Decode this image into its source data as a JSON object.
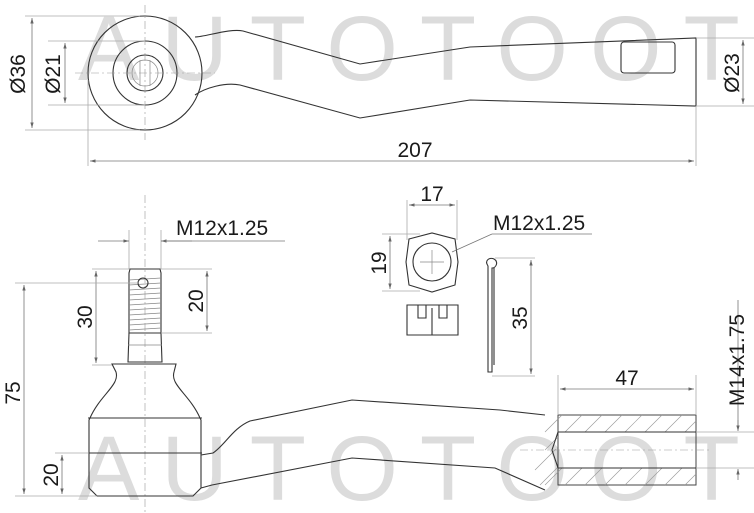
{
  "watermark": {
    "top": "AUTOTOOT",
    "bottom": "AUTOTOOT",
    "color": "#dcdcdc"
  },
  "top_view": {
    "dims": {
      "outer_diameter": "Ø36",
      "inner_diameter": "Ø21",
      "shaft_diameter": "Ø23",
      "overall_length": "207"
    }
  },
  "side_view": {
    "dims": {
      "stud_thread": "M12x1.25",
      "stud_length": "30",
      "thread_length": "20",
      "total_height": "75",
      "base_height": "20",
      "internal_thread_depth": "47",
      "internal_thread": "M14x1.75"
    }
  },
  "nut": {
    "dims": {
      "width_across_flats": "17",
      "height": "19",
      "thread": "M12x1.25"
    }
  },
  "cotter_pin": {
    "dims": {
      "length": "35"
    }
  }
}
